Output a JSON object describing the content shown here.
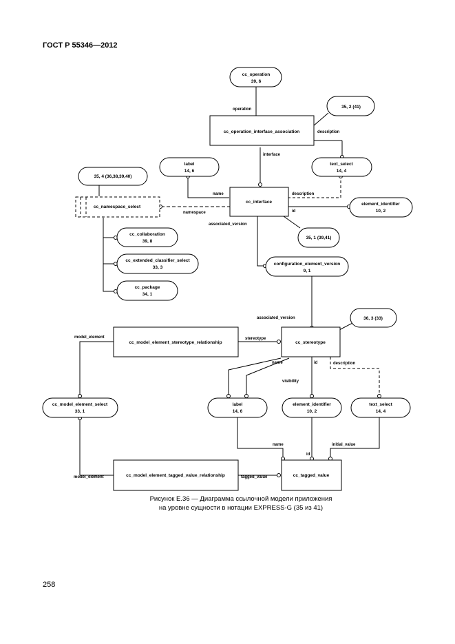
{
  "header": "ГОСТ Р 55346—2012",
  "page_number": "258",
  "caption": {
    "line1": "Рисунок Е.36 — Диаграмма ссылочной модели приложения",
    "line2": "на уровне сущности в нотации EXPRESS-G (35 из 41)"
  },
  "entities": {
    "cc_operation": {
      "name": "cc_operation",
      "ref": "39, 6"
    },
    "ref_35_2_41": {
      "name": "35, 2 (41)"
    },
    "cc_operation_interface_association": {
      "name": "cc_operation_interface_association"
    },
    "label_top": {
      "name": "label",
      "ref": "14, 6"
    },
    "text_select_top": {
      "name": "text_select",
      "ref": "14, 4"
    },
    "ref_35_4": {
      "name": "35, 4 (36,38,39,40)"
    },
    "cc_namespace_select": {
      "name": "cc_namespace_select"
    },
    "cc_interface": {
      "name": "cc_interface"
    },
    "element_identifier_top": {
      "name": "element_identifier",
      "ref": "10, 2"
    },
    "ref_35_1": {
      "name": "35, 1 (39,41)"
    },
    "cc_collaboration": {
      "name": "cc_collaboration",
      "ref": "39, 8"
    },
    "cc_extended_classifier_select": {
      "name": "cc_extended_classifier_select",
      "ref": "33, 3"
    },
    "cc_package": {
      "name": "cc_package",
      "ref": "34, 1"
    },
    "configuration_element_version": {
      "name": "configuration_element_version",
      "ref": "9, 1"
    },
    "ref_36_3_33": {
      "name": "36, 3 (33)"
    },
    "cc_model_element_stereotype_relationship": {
      "name": "cc_model_element_stereotype_relationship"
    },
    "cc_stereotype": {
      "name": "cc_stereotype"
    },
    "cc_model_element_select": {
      "name": "cc_model_element_select",
      "ref": "33, 1"
    },
    "label_bottom": {
      "name": "label",
      "ref": "14, 6"
    },
    "element_identifier_bottom": {
      "name": "element_identifier",
      "ref": "10, 2"
    },
    "text_select_bottom": {
      "name": "text_select",
      "ref": "14, 4"
    },
    "cc_model_element_tagged_value_relationship": {
      "name": "cc_model_element_tagged_value_relationship"
    },
    "cc_tagged_value": {
      "name": "cc_tagged_value"
    }
  },
  "attributes": {
    "operation": "operation",
    "description_top": "description",
    "interface": "interface",
    "name_if": "name",
    "description_if": "description",
    "namespace": "namespace",
    "id_if": "id",
    "associated_version_if": "associated_version",
    "associated_version_st": "associated_version",
    "model_element_top": "model_element",
    "stereotype": "stereotype",
    "name_st": "name",
    "id_st": "id",
    "description_st": "description",
    "visibility": "visibility",
    "name_tv": "name",
    "id_tv": "id",
    "initial_value": "initial_value",
    "model_element_bottom": "model_element",
    "tagged_value": "tagged_value"
  }
}
